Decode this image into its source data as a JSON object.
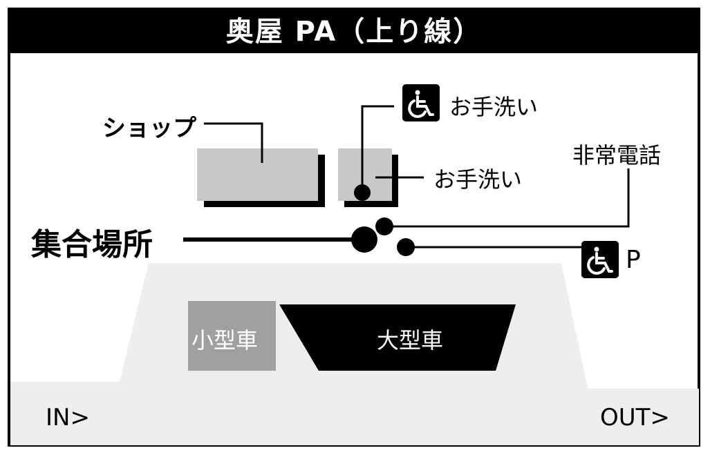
{
  "title": "奥屋 PA（上り線）",
  "labels": {
    "shop": "ショップ",
    "accessible_restroom": "お手洗い",
    "restroom": "お手洗い",
    "emergency_phone": "非常電話",
    "meeting_point": "集合場所",
    "accessible_parking": "P",
    "small_car": "小型車",
    "large_car": "大型車",
    "entrance": "IN>",
    "exit": "OUT>"
  },
  "icons": {
    "accessible_restroom": "wheelchair-icon",
    "accessible_parking": "wheelchair-icon"
  },
  "colors": {
    "header_bg": "#000000",
    "building": "#c8c8c8",
    "parking_area": "#eeeeee",
    "small_car_zone": "#a0a0a0",
    "large_car_zone": "#000000"
  }
}
